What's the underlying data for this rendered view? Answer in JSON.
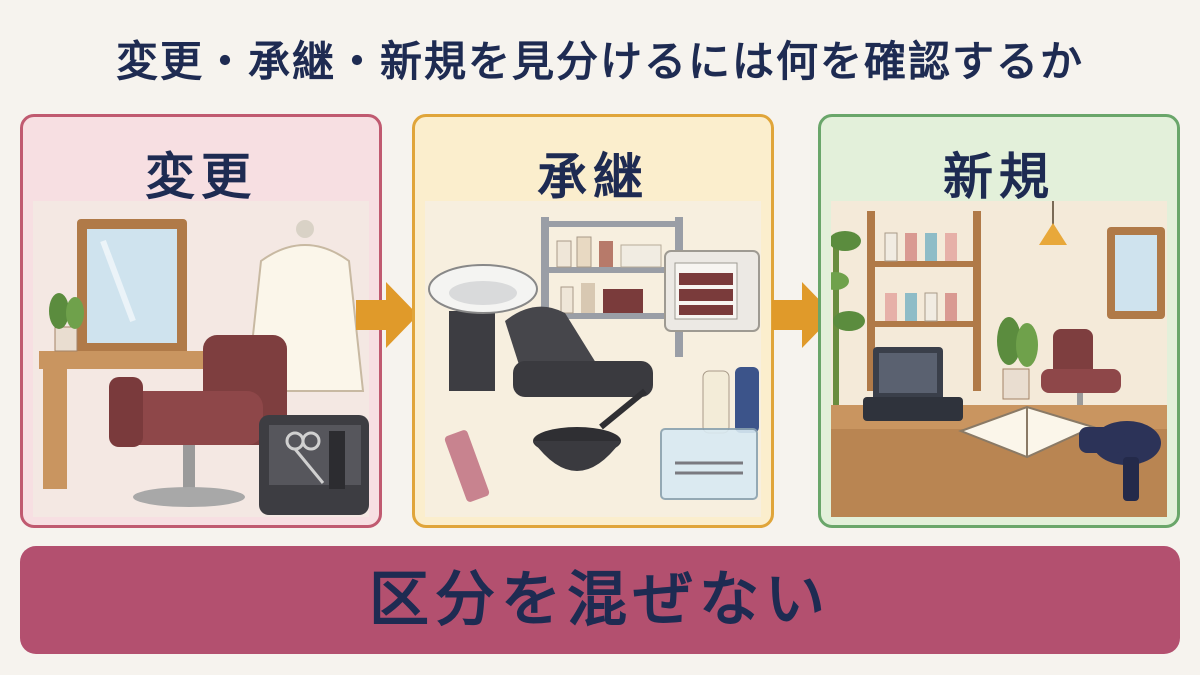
{
  "title": "変更・承継・新規を見分けるには何を確認するか",
  "panels": [
    {
      "heading": "変更",
      "border_color": "#c05a70",
      "bg_color": "#f7dfe2"
    },
    {
      "heading": "承継",
      "border_color": "#e0a53a",
      "bg_color": "#fbeecd"
    },
    {
      "heading": "新規",
      "border_color": "#6aa66a",
      "bg_color": "#e3f0da"
    }
  ],
  "arrow_color": "#e09a2a",
  "banner": {
    "text": "区分を混ぜない",
    "color": "#b3506f"
  }
}
